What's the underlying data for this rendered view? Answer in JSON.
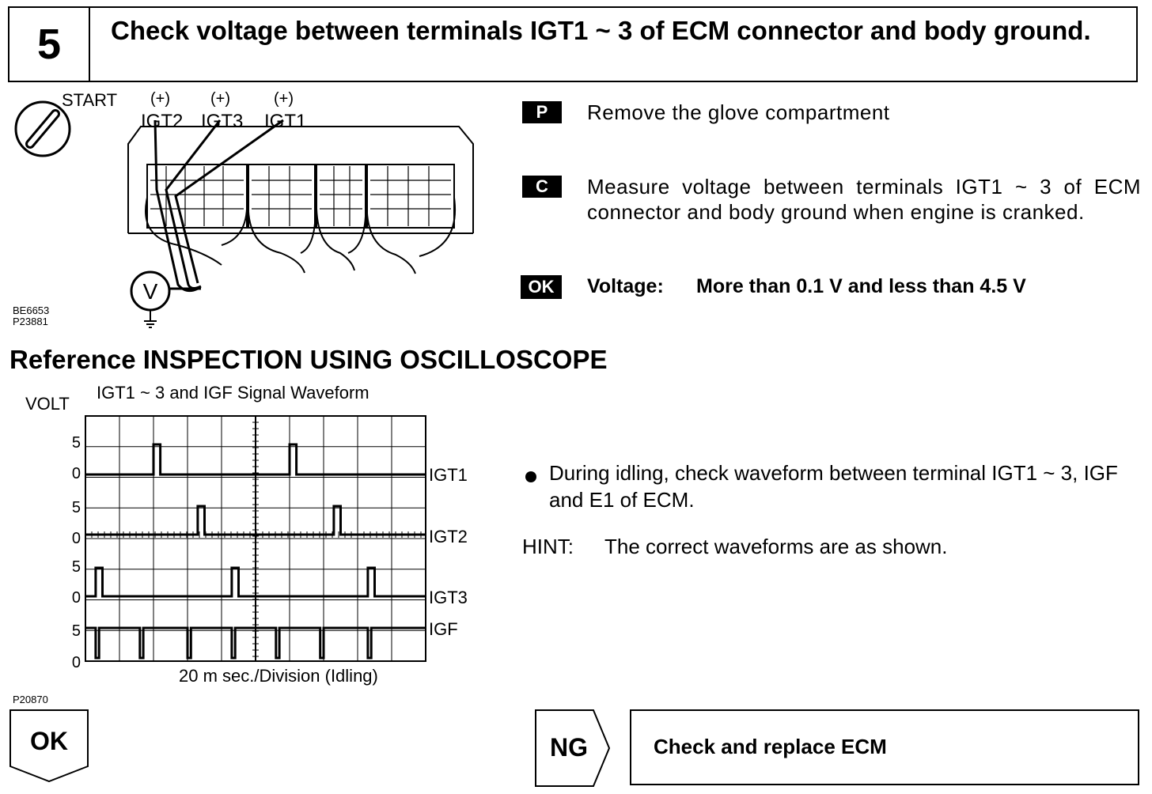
{
  "header": {
    "step_number": "5",
    "title": "Check voltage between terminals IGT1 ~ 3 of ECM connector and body ground."
  },
  "figure1": {
    "start_label": "START",
    "probes": [
      {
        "sign": "(+)",
        "label": "IGT2"
      },
      {
        "sign": "(+)",
        "label": "IGT3"
      },
      {
        "sign": "(+)",
        "label": "IGT1"
      }
    ],
    "meter_symbol": "V",
    "codes": [
      "BE6653",
      "P23881"
    ]
  },
  "instructions": [
    {
      "badge": "P",
      "text": "Remove the glove compartment"
    },
    {
      "badge": "C",
      "text": "Measure voltage between terminals IGT1 ~ 3 of ECM connector and body ground when engine is cranked."
    }
  ],
  "ok_spec": {
    "badge": "OK",
    "label": "Voltage:",
    "value": "More than 0.1 V and less than 4.5 V"
  },
  "reference": {
    "title": "Reference INSPECTION USING OSCILLOSCOPE"
  },
  "chart_data": {
    "type": "line",
    "title": "IGT1 ~ 3 and IGF Signal Waveform",
    "ylabel": "VOLT",
    "xlabel": "20 m sec./Division (Idling)",
    "grid": true,
    "divisions_x": 10,
    "y_tick_labels": [
      "5",
      "0",
      "5",
      "0",
      "5",
      "0",
      "5",
      "0"
    ],
    "series": [
      {
        "name": "IGT1",
        "low": 0,
        "high": 5,
        "pulses": [
          {
            "start": 2.0,
            "end": 2.2
          },
          {
            "start": 6.0,
            "end": 6.2
          }
        ]
      },
      {
        "name": "IGT2",
        "low": 0,
        "high": 5,
        "pulses": [
          {
            "start": 3.3,
            "end": 3.5
          },
          {
            "start": 7.3,
            "end": 7.5
          }
        ]
      },
      {
        "name": "IGT3",
        "low": 0,
        "high": 5,
        "pulses": [
          {
            "start": 0.3,
            "end": 0.5
          },
          {
            "start": 4.3,
            "end": 4.5
          },
          {
            "start": 8.3,
            "end": 8.5
          }
        ]
      },
      {
        "name": "IGF",
        "low": 5,
        "high": 0,
        "pulses": [
          {
            "start": 0.3,
            "end": 0.4
          },
          {
            "start": 1.6,
            "end": 1.7
          },
          {
            "start": 3.0,
            "end": 3.1
          },
          {
            "start": 4.3,
            "end": 4.4
          },
          {
            "start": 5.6,
            "end": 5.7
          },
          {
            "start": 6.9,
            "end": 7.0
          },
          {
            "start": 8.3,
            "end": 8.4
          }
        ]
      }
    ]
  },
  "figure2_code": "P20870",
  "bullet": "During idling, check waveform between terminal IGT1 ~ 3, IGF and E1 of ECM.",
  "hint": {
    "label": "HINT:",
    "text": "The correct waveforms are as shown."
  },
  "results": {
    "ok_label": "OK",
    "ng_label": "NG",
    "ng_action": "Check and replace ECM"
  }
}
